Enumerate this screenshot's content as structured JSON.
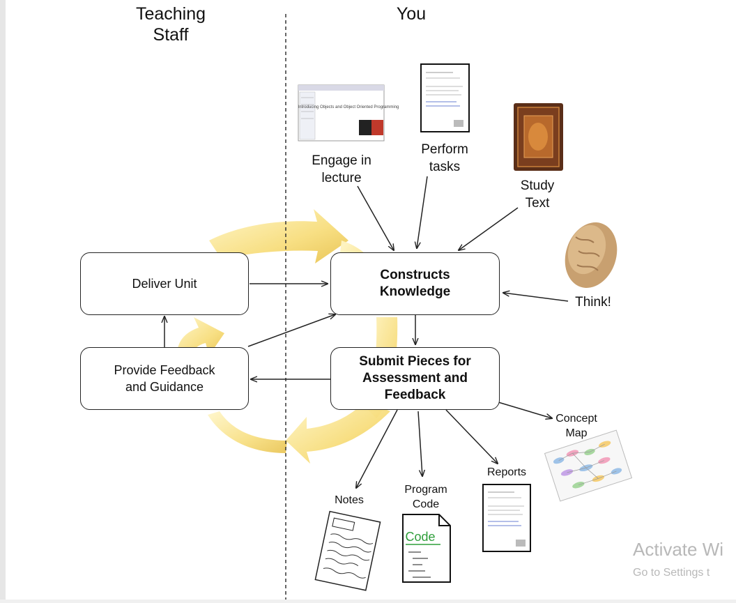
{
  "headers": {
    "staff": "Teaching Staff",
    "you": "You"
  },
  "boxes": {
    "deliver": "Deliver Unit",
    "feedback": "Provide Feedback and Guidance",
    "constructs": "Constructs Knowledge",
    "submit": "Submit Pieces for Assessment and Feedback"
  },
  "inputs": {
    "lecture": "Engage in lecture",
    "tasks": "Perform tasks",
    "study": "Study Text",
    "think": "Think!"
  },
  "outputs": {
    "notes": "Notes",
    "code": "Program Code",
    "reports": "Reports",
    "concept": "Concept Map"
  },
  "thumbnails": {
    "lecture_slide_title": "Introducing Objects and Object Oriented Programming",
    "code_doc_label": "Code"
  },
  "watermark": {
    "line1": "Activate Wi",
    "line2": "Go to Settings t"
  },
  "colors": {
    "cycle_arrow": "#f7dd7c",
    "line": "#222222"
  }
}
